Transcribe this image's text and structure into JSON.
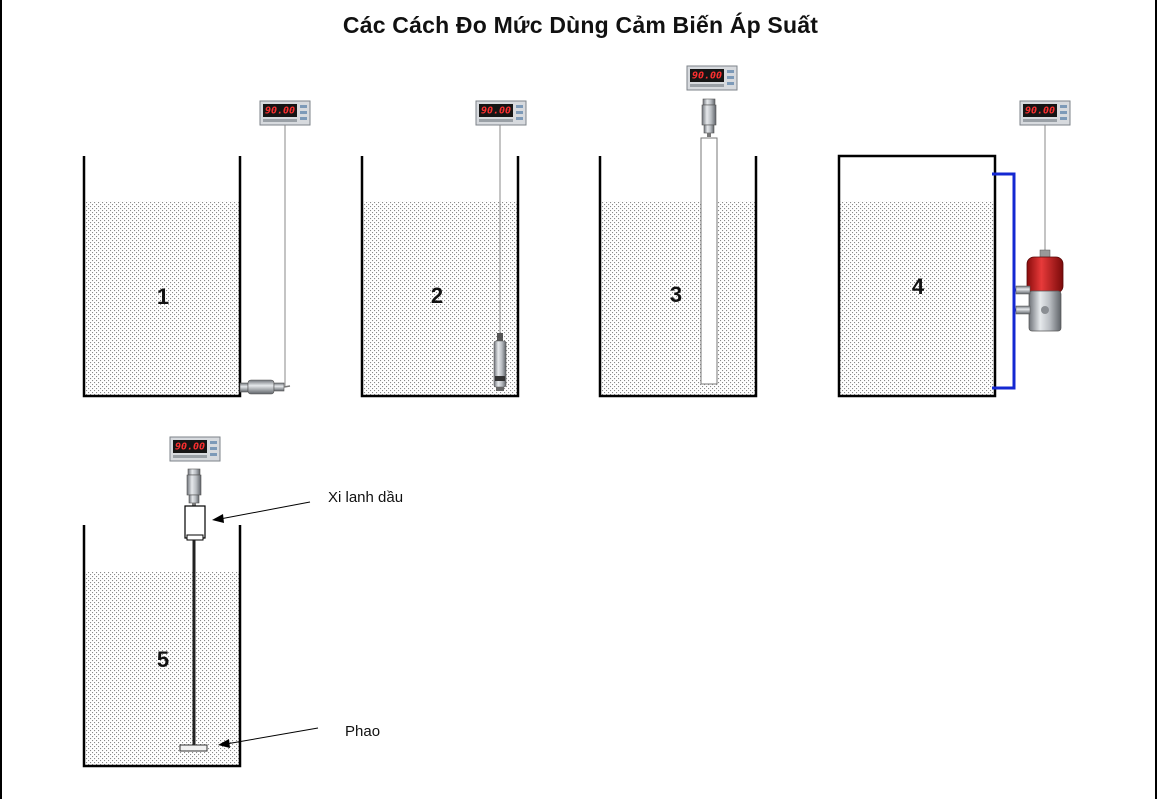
{
  "title": "Các Cách Đo Mức Dùng Cảm Biến Áp Suất",
  "display_value": "90.00",
  "tanks": [
    {
      "number": "1"
    },
    {
      "number": "2"
    },
    {
      "number": "3"
    },
    {
      "number": "4"
    },
    {
      "number": "5"
    }
  ],
  "labels": {
    "cylinder": "Xi lanh dầu",
    "float": "Phao"
  },
  "colors": {
    "liquid_dots": "#9a9a9a",
    "tube_blue": "#1428d2",
    "sensor_red": "#d41a1a",
    "display_digits": "#ff3030",
    "display_body": "#cfd3d8"
  },
  "icons": [
    "digital-display-icon",
    "pressure-transmitter-icon",
    "submersible-sensor-icon",
    "diaphragm-sensor-icon",
    "float-icon"
  ]
}
